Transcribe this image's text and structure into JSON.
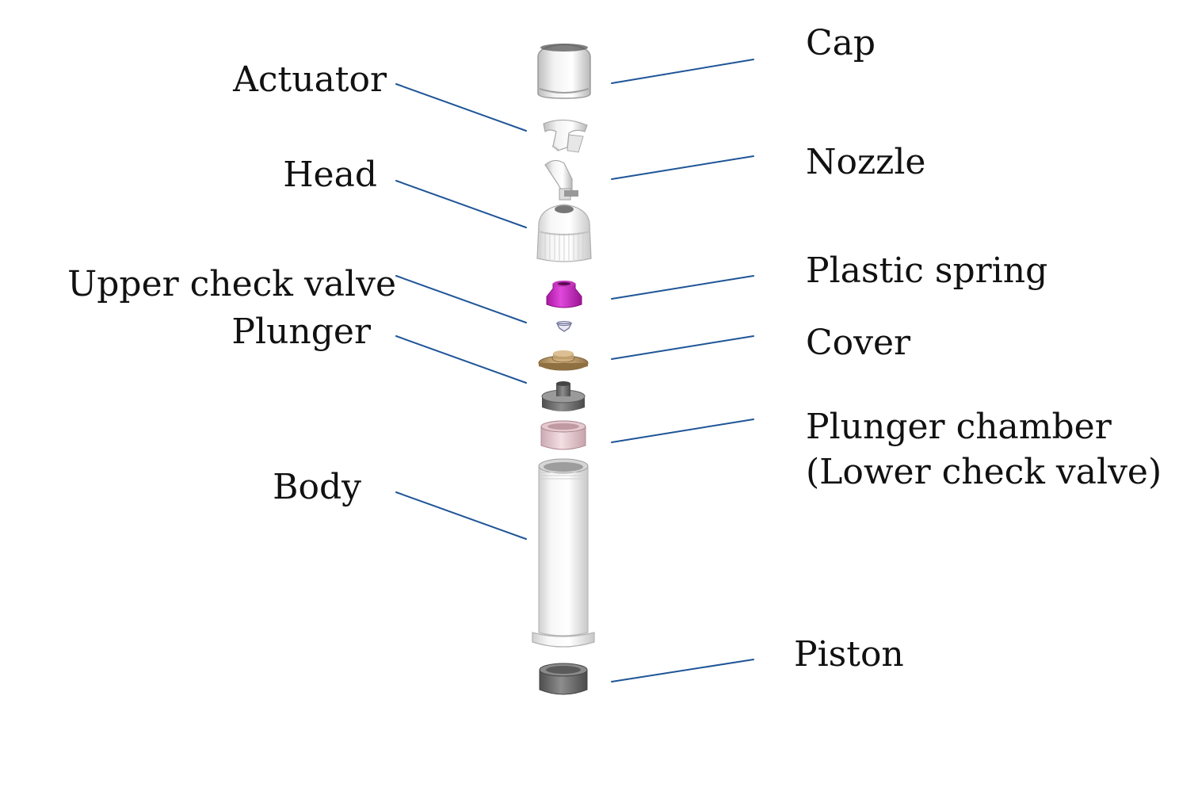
{
  "diagram": {
    "colors": {
      "leader_line": "#1f5597",
      "text": "#111111",
      "spring": "#d13fcf",
      "cover": "#c9a97a",
      "plunger": "#6f6f6f",
      "chamber": "#e9cfd5",
      "piston": "#6a6a6a",
      "body": "#f1f1f1",
      "cap": "#eaeaea"
    },
    "left_labels": [
      {
        "id": "actuator",
        "text": "Actuator"
      },
      {
        "id": "head",
        "text": "Head"
      },
      {
        "id": "upper_check_valve",
        "text": "Upper check valve"
      },
      {
        "id": "plunger",
        "text": "Plunger"
      },
      {
        "id": "body",
        "text": "Body"
      }
    ],
    "right_labels": [
      {
        "id": "cap",
        "text": "Cap"
      },
      {
        "id": "nozzle",
        "text": "Nozzle"
      },
      {
        "id": "plastic_spring",
        "text": "Plastic spring"
      },
      {
        "id": "cover",
        "text": "Cover"
      },
      {
        "id": "plunger_chamber",
        "text": "Plunger chamber"
      },
      {
        "id": "lower_check_valve",
        "text": "(Lower check valve)"
      },
      {
        "id": "piston",
        "text": "Piston"
      }
    ]
  }
}
